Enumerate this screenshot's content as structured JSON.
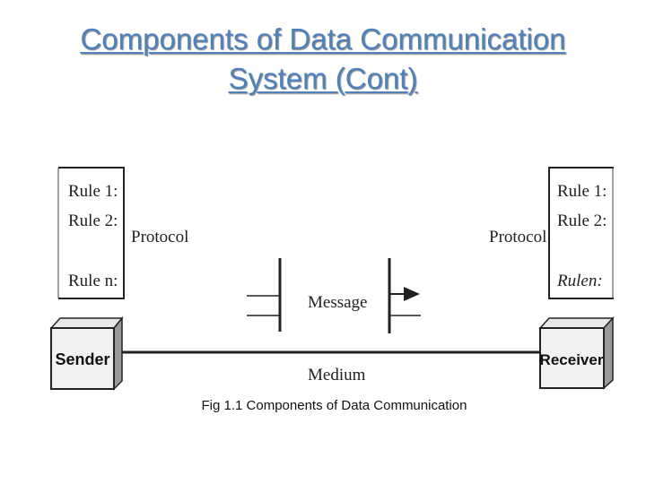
{
  "slide": {
    "title_line1": "Components of Data Communication",
    "title_line2": "System (Cont)",
    "caption": "Fig 1.1 Components of Data Communication"
  },
  "diagram": {
    "sender": {
      "label": "Sender",
      "rules": [
        "Rule 1:",
        "Rule 2:",
        "Rule n:"
      ],
      "protocol_label": "Protocol"
    },
    "receiver": {
      "label": "Receiver",
      "rules": [
        "Rule 1:",
        "Rule 2:",
        "Rulen:"
      ],
      "protocol_label": "Protocol"
    },
    "message_label": "Message",
    "medium_label": "Medium"
  }
}
